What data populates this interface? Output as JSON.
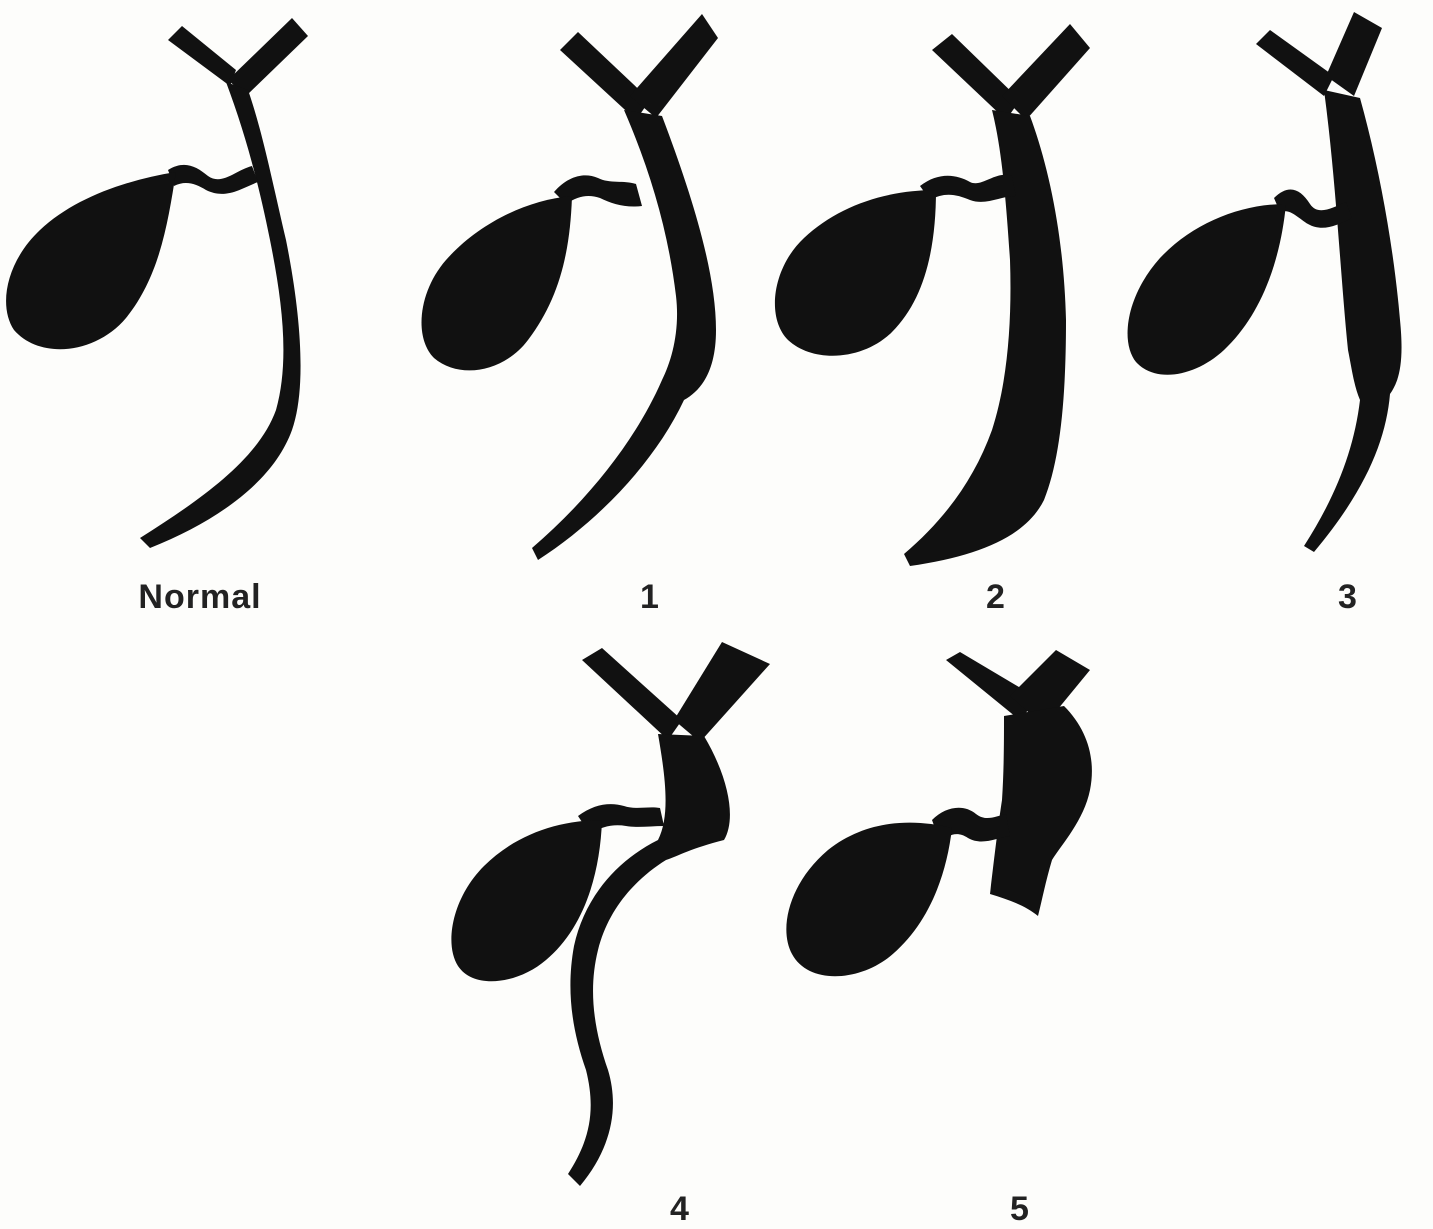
{
  "figure": {
    "ink_color": "#111111",
    "background_color": "#fdfdfb",
    "panels": [
      {
        "label": "Normal"
      },
      {
        "label": "1"
      },
      {
        "label": "2"
      },
      {
        "label": "3"
      },
      {
        "label": "4"
      },
      {
        "label": "5"
      }
    ]
  }
}
